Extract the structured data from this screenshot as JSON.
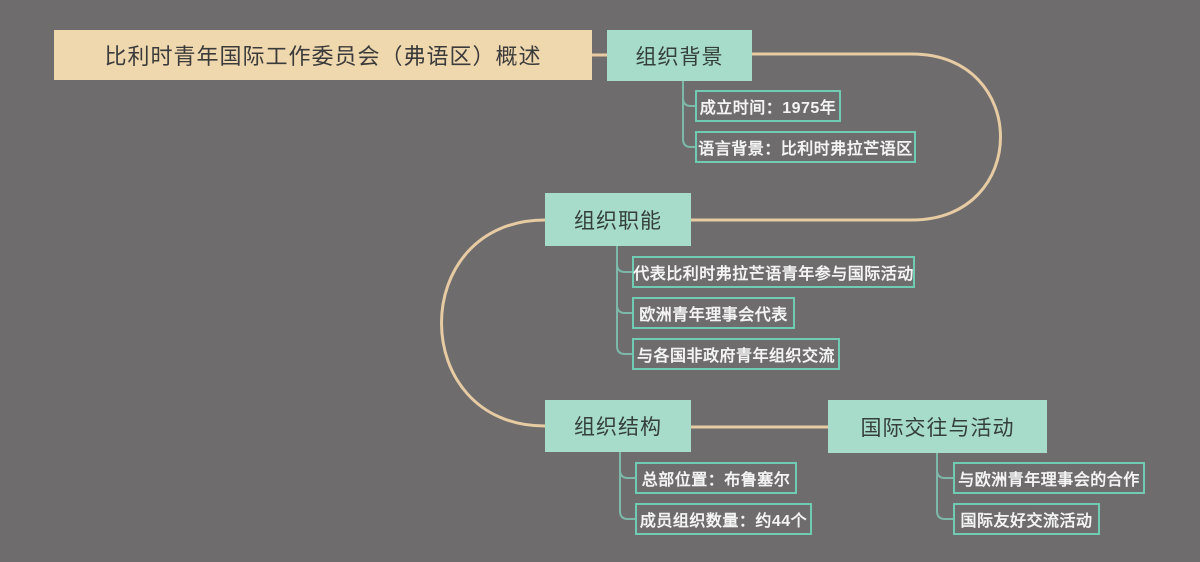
{
  "colors": {
    "background": "#6e6c6d",
    "root_fill": "#efd7ae",
    "root_text": "#3b3b3b",
    "branch_fill": "#a8dcca",
    "branch_text": "#343f3b",
    "child_border": "#6fcbb1",
    "child_text": "#f4f4f4",
    "main_connector": "#e6cba3",
    "sub_connector": "#7db8a8"
  },
  "mindmap": {
    "root": {
      "label": "比利时青年国际工作委员会（弗语区）概述"
    },
    "branches": [
      {
        "label": "组织背景",
        "children": [
          {
            "label": "成立时间：1975年"
          },
          {
            "label": "语言背景：比利时弗拉芒语区"
          }
        ]
      },
      {
        "label": "组织职能",
        "children": [
          {
            "label": "代表比利时弗拉芒语青年参与国际活动"
          },
          {
            "label": "欧洲青年理事会代表"
          },
          {
            "label": "与各国非政府青年组织交流"
          }
        ]
      },
      {
        "label": "组织结构",
        "children": [
          {
            "label": "总部位置：布鲁塞尔"
          },
          {
            "label": "成员组织数量：约44个"
          }
        ]
      },
      {
        "label": "国际交往与活动",
        "children": [
          {
            "label": "与欧洲青年理事会的合作"
          },
          {
            "label": "国际友好交流活动"
          }
        ]
      }
    ]
  }
}
